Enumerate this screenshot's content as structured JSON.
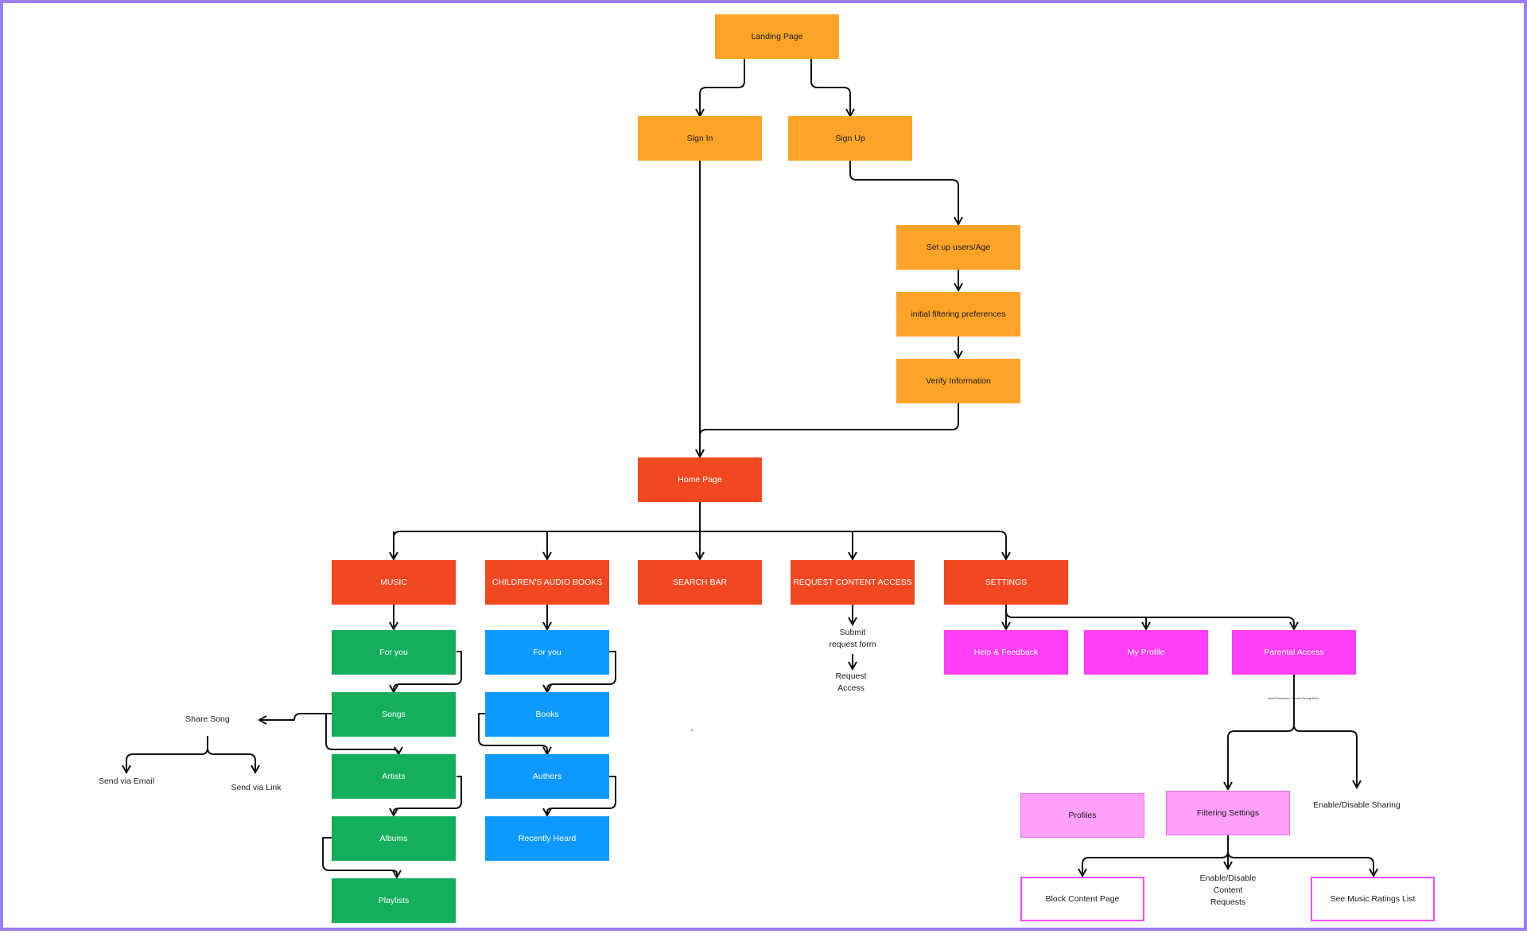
{
  "nodes": {
    "landing": "Landing Page",
    "signin": "Sign In",
    "signup": "Sign Up",
    "setup": "Set up users/Age",
    "filtering_prefs": "initial filtering preferences",
    "verify": "Verify Information",
    "home": "Home Page",
    "music": "MUSIC",
    "audiobooks": "CHILDREN'S AUDIO BOOKS",
    "search": "SEARCH BAR",
    "request": "REQUEST CONTENT ACCESS",
    "settings": "SETTINGS",
    "music_foryou": "For you",
    "songs": "Songs",
    "artists": "Artists",
    "albums": "Albums",
    "playlists": "Playlists",
    "books_foryou": "For you",
    "books": "Books",
    "authors": "Authors",
    "recent": "Recently Heard",
    "help": "Help & Feedback",
    "profile": "My Profile",
    "parental": "Parental Access",
    "profiles": "Profiles",
    "filtering_settings": "Filtering Settings",
    "block": "Block Content Page",
    "ratings": "See Music Ratings List"
  },
  "labels": {
    "share_song": "Share Song",
    "send_email": "Send via Email",
    "send_link": "Send via Link",
    "submit_form_1": "Submit",
    "submit_form_2": "request form",
    "request_access_1": "Request",
    "request_access_2": "Access",
    "enable_sharing": "Enable/Disable Sharing",
    "enable_requests_1": "Enable/Disable",
    "enable_requests_2": "Content",
    "enable_requests_3": "Requests",
    "parental_caption": "Input Password / Facial Recognition",
    "stray_mark": "‹"
  },
  "colors": {
    "orange": "#fda428",
    "red": "#f24822",
    "green": "#14ae5c",
    "blue": "#0d99ff",
    "magenta": "#ff3ef8",
    "pink": "#ffa0fb",
    "frame": "#9b7ff0"
  }
}
